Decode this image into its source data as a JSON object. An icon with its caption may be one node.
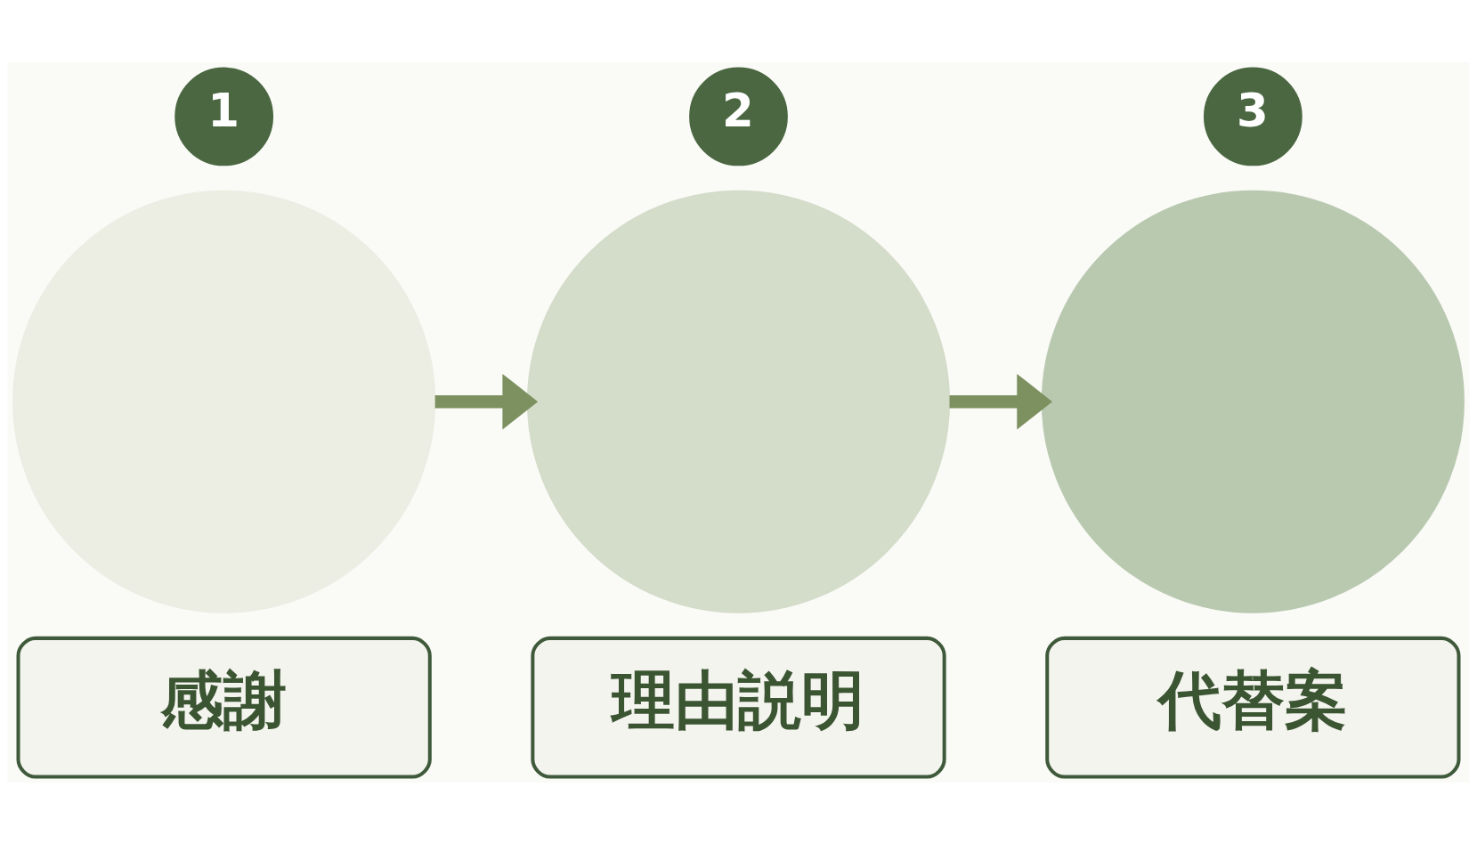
{
  "diagram": {
    "nodes": [
      {
        "text": [
          "1"
        ]
      },
      {
        "text": [],
        "shape": "circle"
      },
      {
        "text": [
          "感謝"
        ]
      },
      {
        "text": [
          "2"
        ]
      },
      {
        "text": [],
        "shape": "circle"
      },
      {
        "text": [
          "理由説明"
        ]
      },
      {
        "text": [
          "3"
        ]
      },
      {
        "text": [],
        "shape": "circle"
      },
      {
        "text": [
          "代替案"
        ]
      }
    ],
    "edges": [
      {
        "from": 1,
        "to": 4,
        "arrow": "to"
      },
      {
        "from": 4,
        "to": 7,
        "arrow": "to"
      }
    ]
  }
}
